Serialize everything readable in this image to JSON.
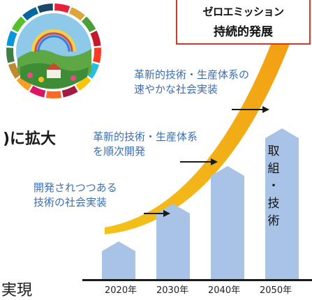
{
  "callout": {
    "line1": "ゼロエミッション",
    "line2": "持続的発展"
  },
  "stage_labels": [
    {
      "line1": "革新的技術・生産体系の",
      "line2": "速やかな社会実装"
    },
    {
      "line1": "革新的技術・生産体系",
      "line2": "を順次開発"
    },
    {
      "line1": "開発されつつある",
      "line2": "技術の社会実装"
    }
  ],
  "heading_fragment": ")に拡大",
  "bottom_fragment": "実現",
  "column_label": [
    "取",
    "組",
    "・",
    "技",
    "術"
  ],
  "chart_data": {
    "type": "bar",
    "categories": [
      "2020年",
      "2030年",
      "2040年",
      "2050年"
    ],
    "values": [
      1,
      2,
      3,
      4
    ]
  },
  "colors": {
    "bar": "#a9c3e6",
    "arrow_start": "#f3c21a",
    "arrow_end": "#f29a13",
    "label_text": "#3a6fb5",
    "callout_border": "#d9342b"
  },
  "icons": [
    "sdgs-wheel-icon",
    "pointer-arrow-icon"
  ]
}
